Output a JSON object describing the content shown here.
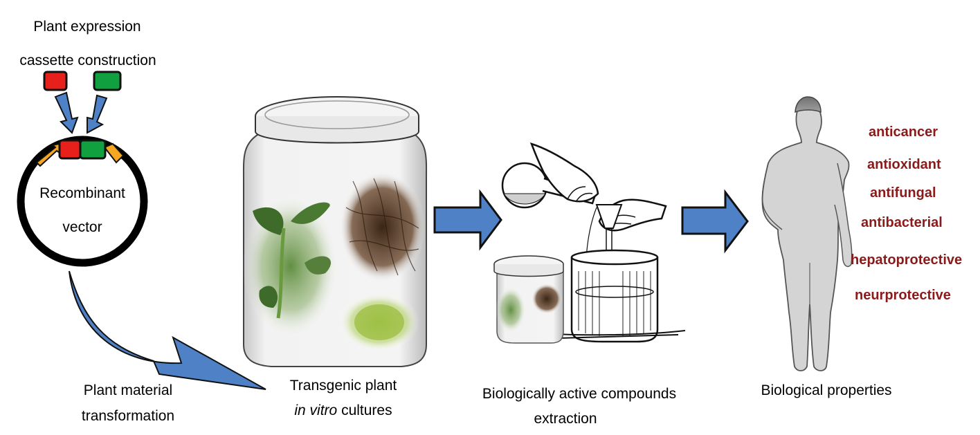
{
  "step1": {
    "line1": "Plant expression",
    "line2": "cassette construction"
  },
  "vector": {
    "line1": "Recombinant",
    "line2": "vector"
  },
  "step2": {
    "line1": "Plant material",
    "line2": "transformation"
  },
  "step3": {
    "line1": "Transgenic plant",
    "line2_italic": "in vitro",
    "line2_rest": " cultures"
  },
  "step4": {
    "line1": "Biologically active compounds",
    "line2": "extraction"
  },
  "step5": {
    "label": "Biological properties"
  },
  "properties": [
    "anticancer",
    "antioxidant",
    "antifungal",
    "antibacterial",
    "hepatoprotective",
    "neurprotective"
  ],
  "colors": {
    "arrow": "#4f81c7",
    "promoter": "#f5a623",
    "gene_red": "#e8201c",
    "gene_green": "#10a040",
    "property_text": "#8b1a1a",
    "figure_body": "#d4d4d4"
  }
}
